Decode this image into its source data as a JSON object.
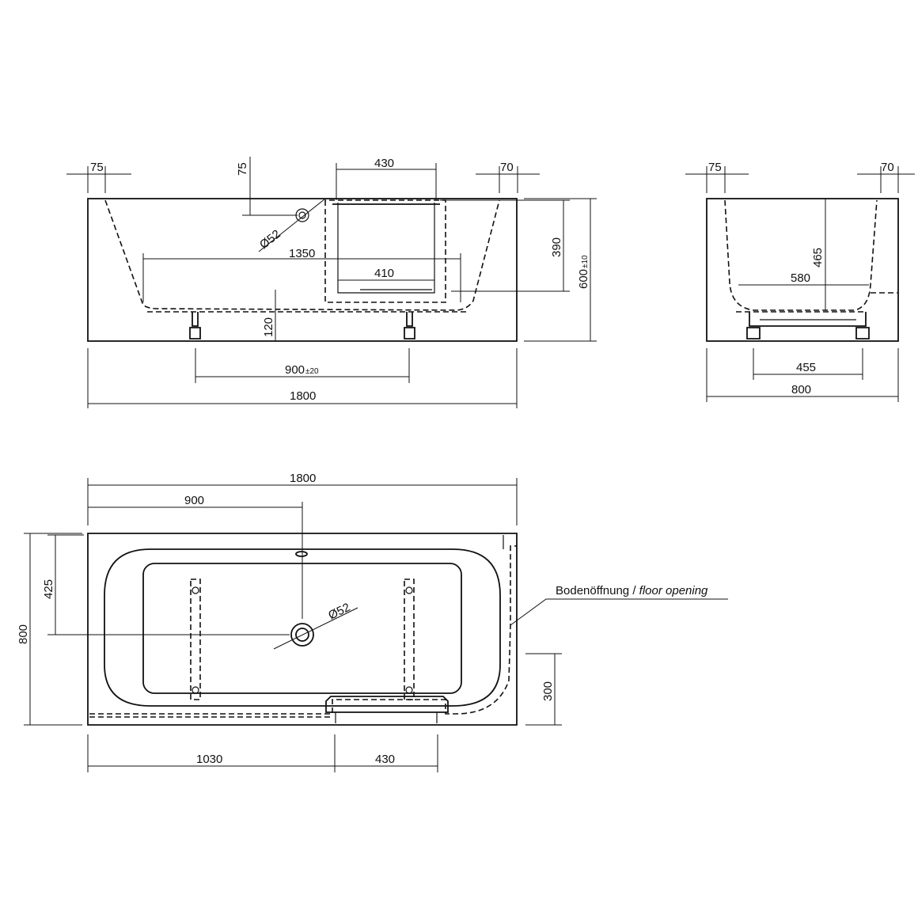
{
  "front_view": {
    "dim_left_top": "75",
    "dim_top_overflow": "75",
    "dim_door_width": "430",
    "dim_right_top": "70",
    "dim_overflow_diameter": "Ø52",
    "dim_inner_length": "1350",
    "dim_door_inner": "410",
    "dim_door_height": "390",
    "dim_total_height": "600",
    "dim_total_height_tol": "±10",
    "dim_foot_height": "120",
    "dim_feet_spacing": "900",
    "dim_feet_spacing_tol": "±20",
    "dim_total_length": "1800"
  },
  "side_view": {
    "dim_left_top": "75",
    "dim_right_top": "70",
    "dim_depth": "465",
    "dim_inner_width": "580",
    "dim_feet_spacing": "455",
    "dim_total_width": "800"
  },
  "top_view": {
    "dim_total_length": "1800",
    "dim_drain_position": "900",
    "dim_drain_offset": "425",
    "dim_total_width": "800",
    "dim_drain_diameter": "Ø52",
    "dim_corner": "300",
    "dim_front_length": "1030",
    "dim_door_width": "430",
    "floor_opening_de": "Bodenöffnung / ",
    "floor_opening_en": "floor opening"
  },
  "colors": {
    "line": "#111111",
    "background": "#ffffff"
  }
}
